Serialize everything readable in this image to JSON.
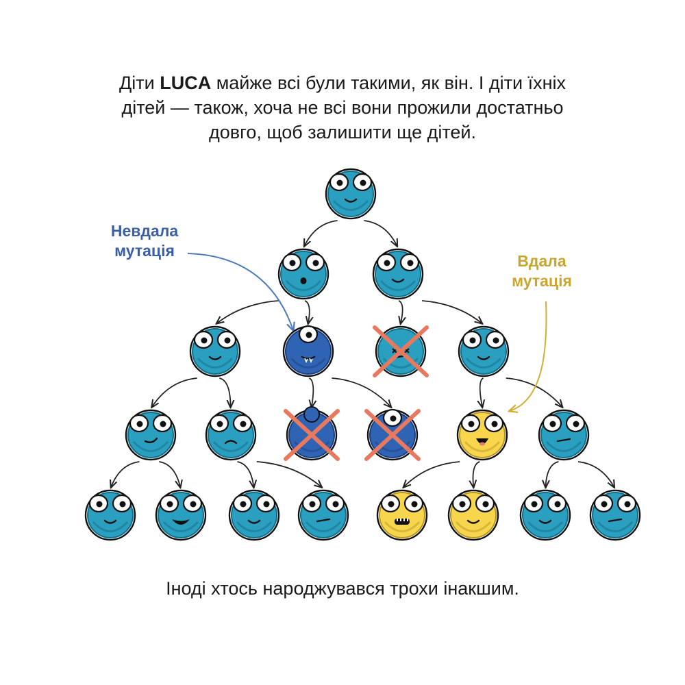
{
  "intro": {
    "part1": "Діти ",
    "bold": "LUCA",
    "part2": " майже всі були такими, як він. І діти їхніх",
    "line2": "дітей — також, хоча не всі вони прожили достатньо",
    "line3": "довго, щоб залишити ще дітей."
  },
  "labels": {
    "fail_line1": "Невдала",
    "fail_line2": "мутація",
    "success_line1": "Вдала",
    "success_line2": "мутація"
  },
  "footer": "Іноді хтось народжувався трохи інакшим.",
  "colors": {
    "teal": "#2a9fc0",
    "teal_edge": "#136f89",
    "blue": "#2f64b4",
    "blue_edge": "#1d3f80",
    "yellow": "#f7d64e",
    "yellow_edge": "#b79720",
    "cross": "#e9795e",
    "fail_text": "#3b5fa5",
    "success_text": "#c9a62e"
  },
  "tree": {
    "creatures": [
      {
        "id": "luca",
        "color": "teal",
        "mouth": "smile",
        "eyes": 2
      },
      {
        "id": "g1a",
        "color": "teal",
        "mouth": "o",
        "eyes": 2
      },
      {
        "id": "g1b",
        "color": "teal",
        "mouth": "smile",
        "eyes": 2
      },
      {
        "id": "g2a",
        "color": "teal",
        "mouth": "smile",
        "eyes": 2
      },
      {
        "id": "g2b",
        "color": "blue",
        "mouth": "fangs",
        "eyes": 1
      },
      {
        "id": "g2c",
        "color": "teal",
        "mouth": "flat",
        "eyes": 0,
        "dead": true
      },
      {
        "id": "g2d",
        "color": "teal",
        "mouth": "smile",
        "eyes": 2
      },
      {
        "id": "g3a",
        "color": "teal",
        "mouth": "smirk",
        "eyes": 2
      },
      {
        "id": "g3b",
        "color": "teal",
        "mouth": "frown",
        "eyes": 2
      },
      {
        "id": "g3c",
        "color": "blue",
        "mouth": "none",
        "eyes": 0,
        "dead": true
      },
      {
        "id": "g3d",
        "color": "blue",
        "mouth": "none",
        "eyes": 1,
        "dead": true
      },
      {
        "id": "g3e",
        "color": "yellow",
        "mouth": "open",
        "eyes": 2
      },
      {
        "id": "g3f",
        "color": "teal",
        "mouth": "flat",
        "eyes": 2
      },
      {
        "id": "g4a",
        "color": "teal",
        "mouth": "smile",
        "eyes": 2
      },
      {
        "id": "g4b",
        "color": "teal",
        "mouth": "grin",
        "eyes": 2
      },
      {
        "id": "g4c",
        "color": "teal",
        "mouth": "smile",
        "eyes": 2
      },
      {
        "id": "g4d",
        "color": "teal",
        "mouth": "flat",
        "eyes": 2
      },
      {
        "id": "g4e",
        "color": "yellow",
        "mouth": "teeth",
        "eyes": 2
      },
      {
        "id": "g4f",
        "color": "yellow",
        "mouth": "smile",
        "eyes": 2
      },
      {
        "id": "g4g",
        "color": "teal",
        "mouth": "smile",
        "eyes": 2
      },
      {
        "id": "g4h",
        "color": "teal",
        "mouth": "flat",
        "eyes": 2
      }
    ],
    "links": [
      [
        "luca",
        "g1a"
      ],
      [
        "luca",
        "g1b"
      ],
      [
        "g1a",
        "g2a"
      ],
      [
        "g1a",
        "g2b"
      ],
      [
        "g1b",
        "g2c"
      ],
      [
        "g1b",
        "g2d"
      ],
      [
        "g2a",
        "g3a"
      ],
      [
        "g2a",
        "g3b"
      ],
      [
        "g2b",
        "g3c"
      ],
      [
        "g2b",
        "g3d"
      ],
      [
        "g2d",
        "g3e"
      ],
      [
        "g2d",
        "g3f"
      ],
      [
        "g3a",
        "g4a"
      ],
      [
        "g3a",
        "g4b"
      ],
      [
        "g3b",
        "g4c"
      ],
      [
        "g3b",
        "g4d"
      ],
      [
        "g3e",
        "g4e"
      ],
      [
        "g3e",
        "g4f"
      ],
      [
        "g3f",
        "g4g"
      ],
      [
        "g3f",
        "g4h"
      ]
    ]
  }
}
